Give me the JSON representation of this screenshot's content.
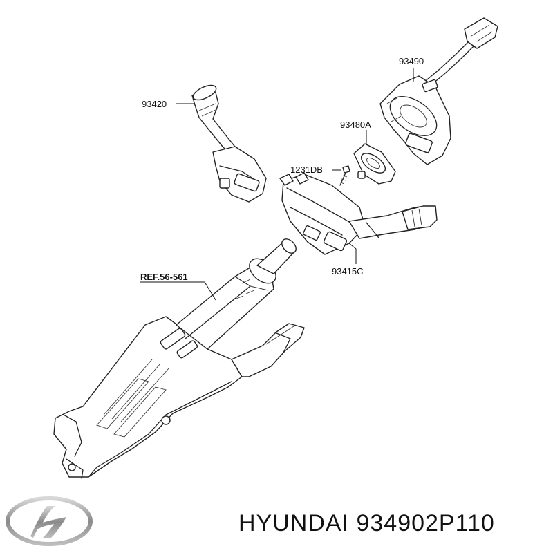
{
  "callouts": {
    "part_93490": "93490",
    "part_93420": "93420",
    "part_93480A": "93480A",
    "part_1231DB": "1231DB",
    "part_93415C": "93415C",
    "ref": "REF.56-561"
  },
  "footer": {
    "brand_text": "HYUNDAI 934902P110"
  },
  "icons": {
    "logo": "hyundai-logo-icon"
  },
  "colors": {
    "line": "#222222",
    "logo_silver": "#9a9a9a"
  }
}
